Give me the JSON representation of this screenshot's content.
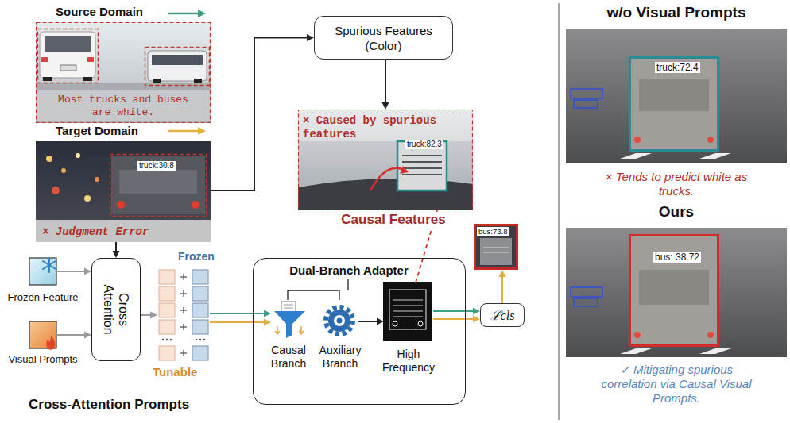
{
  "diagram": {
    "nodes": [
      {
        "text": [
          "Source Domain",
          "Most trucks and buses are white."
        ]
      },
      {
        "text": [
          "Target Domain",
          "truck:30.8",
          "× Judgment Error"
        ]
      },
      {
        "text": [
          "Spurious Features (Color)"
        ]
      },
      {
        "text": [
          "× Caused by spurious features",
          "truck:82.3"
        ]
      },
      {
        "text": [
          "Frozen Feature"
        ]
      },
      {
        "text": [
          "Visual Prompts"
        ]
      },
      {
        "text": [
          "Cross Attention"
        ]
      },
      {
        "text": [
          "Frozen",
          "Tunable"
        ]
      },
      {
        "text": [
          "Dual-Branch Adapter"
        ]
      },
      {
        "text": [
          "Causal Branch"
        ],
        "in": 8
      },
      {
        "text": [
          "Auxiliary Branch"
        ],
        "in": 8
      },
      {
        "text": [
          "High Frequency"
        ],
        "in": 8
      },
      {
        "text": [
          "bus:73.8"
        ]
      },
      {
        "text": [
          "ℒcls"
        ]
      },
      {
        "text": [
          "w/o Visual Prompts",
          "truck:72.4",
          "× Tends to predict white as trucks."
        ]
      },
      {
        "text": [
          "Ours",
          "bus: 38.72",
          "✓ Mitigating spurious correlation via Causal Visual Prompts."
        ]
      }
    ],
    "edges": [
      {
        "from": 1,
        "to": 2,
        "arrow": "to"
      },
      {
        "from": 2,
        "to": 3,
        "arrow": "to"
      },
      {
        "from": 1,
        "to": 6,
        "arrow": "to"
      },
      {
        "from": 4,
        "to": 6,
        "arrow": "to"
      },
      {
        "from": 5,
        "to": 6,
        "arrow": "to"
      },
      {
        "from": 6,
        "to": 7,
        "arrow": "to"
      },
      {
        "from": 7,
        "to": 9,
        "arrow": "to"
      },
      {
        "from": 7,
        "to": 9,
        "arrow": "to"
      },
      {
        "from": 10,
        "to": 11,
        "arrow": "to"
      },
      {
        "from": 11,
        "to": 13,
        "arrow": "to"
      },
      {
        "from": 11,
        "to": 13,
        "arrow": "to"
      },
      {
        "from": 13,
        "to": 12,
        "arrow": "to"
      },
      {
        "from": 3,
        "to": 11,
        "label": "Causal Features",
        "arrow": "none"
      }
    ],
    "labels": [
      "Cross-Attention Prompts"
    ]
  }
}
